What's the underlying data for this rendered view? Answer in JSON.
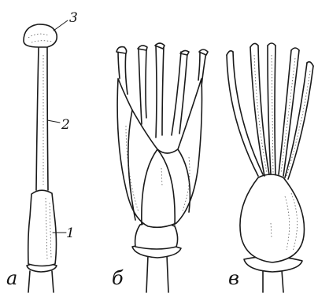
{
  "labels": {
    "part_1": "1",
    "part_2": "2",
    "part_3": "3",
    "panel_a": "а",
    "panel_b": "б",
    "panel_v": "в"
  }
}
